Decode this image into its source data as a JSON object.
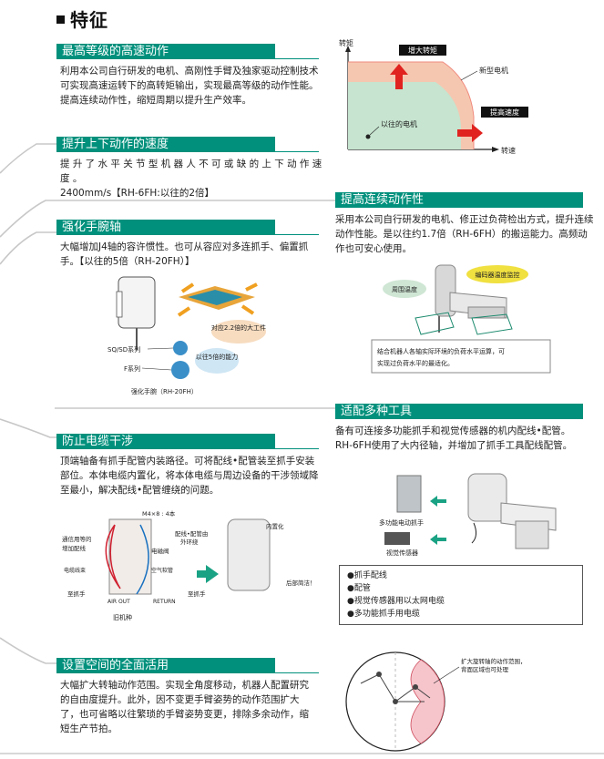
{
  "page_title": "特征",
  "sections": {
    "s1": {
      "title": "最高等级的高速动作",
      "lines": [
        "利用本公司自行研发的电机、高刚性手臂及独家驱动控制技术",
        "可实现高速运转下的高转矩输出，实现最高等级的动作性能。",
        "提高连续动作性，缩短周期以提升生产效率。"
      ]
    },
    "s2": {
      "title": "提升上下动作的速度",
      "lines": [
        "提 升 了 水 平 关 节 型 机 器 人 不 可 或 缺 的 上 下 动 作 速 度 。",
        "2400mm/s【RH-6FH:以往的2倍】"
      ]
    },
    "s3": {
      "title": "强化手腕轴",
      "lines": [
        "大幅增加J4轴的容许惯性。也可从容应对多连抓手、偏置抓",
        "手。【以往的5倍（RH-20FH）】"
      ]
    },
    "s4": {
      "title": "提高连续动作性",
      "lines": [
        "采用本公司自行研发的电机、修正过负荷检出方式，提升连续",
        "动作性能。是以往约1.7倍（RH-6FH）的搬运能力。高频动",
        "作也可安心使用。"
      ]
    },
    "s5": {
      "title": "适配多种工具",
      "lines": [
        "备有可连接多功能抓手和视觉传感器的机内配线•配管。",
        "RH-6FH使用了大内径轴，并增加了抓手工具配线配管。"
      ]
    },
    "s6": {
      "title": "防止电缆干涉",
      "lines": [
        "顶端轴备有抓手配管内装路径。可将配线•配管装至抓手安装",
        "部位。本体电缆内置化，将本体电缆与周边设备的干涉领域降",
        "至最小，解决配线•配管缠绕的问题。"
      ]
    },
    "s7": {
      "title": "设置空间的全面活用",
      "lines": [
        "大幅扩大转轴动作范围。实现全角度移动，机器人配置研究",
        "的自由度提升。此外，因不变更手臂姿势的动作范围扩大",
        "了，也可省略以往繁琐的手臂姿势变更，排除多余动作，缩",
        "短生产节拍。"
      ]
    }
  },
  "torque_chart": {
    "y_label": "转矩",
    "x_label": "转速",
    "label_boost_torque": "增大转矩",
    "label_new_motor": "新型电机",
    "label_boost_speed": "提高速度",
    "label_old_motor": "以往的电机"
  },
  "wrist_figure": {
    "label_22x": "对应2.2倍的大工件",
    "label_5x": "以往5倍的能力",
    "label_sqsd": "SQ/SD系列",
    "label_f": "F系列",
    "caption": "强化手腕（RH-20FH）"
  },
  "continuous_figure": {
    "label_ambient": "周围温度",
    "label_encoder": "编码器温度监控",
    "note_line1": "结合机器人各轴实际环境的负荷水平运算，可",
    "note_line2": "实现过负荷水平的最适化。"
  },
  "tools_figure": {
    "label_gripper": "多功能电动抓手",
    "label_vision": "视觉传感器",
    "bullets": [
      "●抓手配线",
      "●配管",
      "●视觉传感器用以太网电缆",
      "●多功能抓手用电缆"
    ]
  },
  "cable_figure": {
    "label_m4": "M4×8 : 4本",
    "label_wiring": "配线•配管由",
    "label_wiring2": "外环绕",
    "label_valve": "电磁阀",
    "label_general1": "通信用等的",
    "label_general2": "增加配线",
    "label_cable": "电缆线束",
    "label_air": "空气软管",
    "label_to_hand1": "至抓手",
    "label_air_out": "AIR OUT",
    "label_return": "RETURN",
    "label_old": "旧机种",
    "label_internal": "内置化",
    "label_to_hand2": "至抓手",
    "label_clean": "后部简洁！"
  },
  "range_figure": {
    "label_line1": "扩大旋转轴的动作范围，",
    "label_line2": "背面区域也可处理"
  },
  "colors": {
    "accent": "#00907c",
    "connector": "#c8c8c8"
  }
}
